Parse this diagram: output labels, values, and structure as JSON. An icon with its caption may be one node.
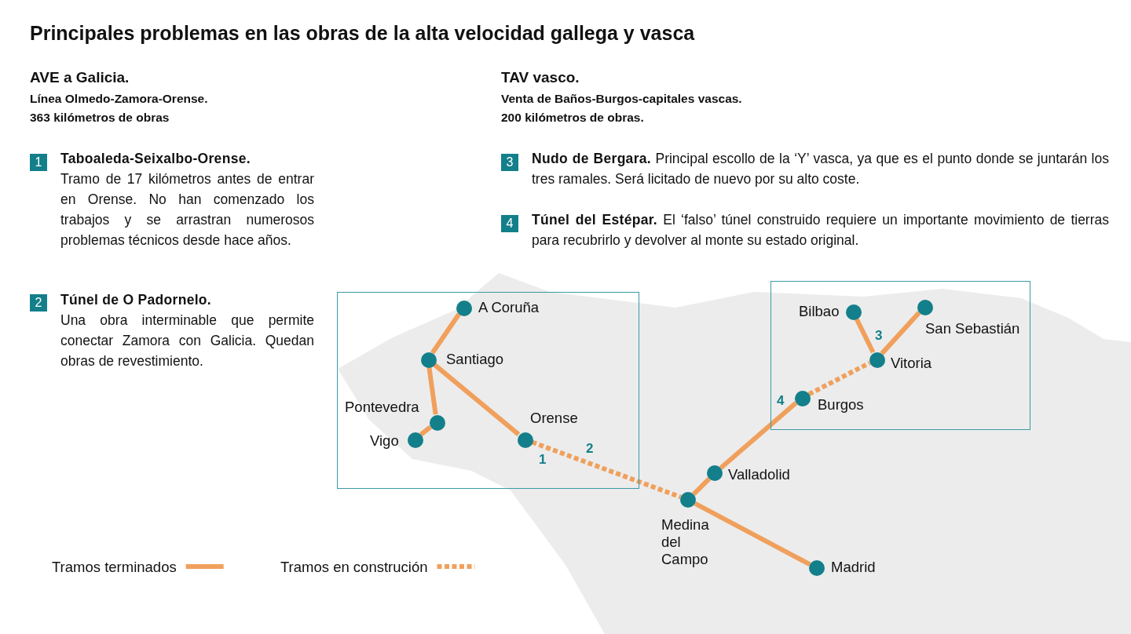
{
  "diagram": {
    "title": "Principales problemas en las obras de la alta velocidad gallega y vasca",
    "nodes": [
      {
        "text": [],
        "shape": "box"
      },
      {
        "text": [],
        "shape": "circle",
        "beside": [
          "A Coruña"
        ],
        "in": 0
      },
      {
        "text": [],
        "shape": "circle",
        "beside": [
          "Santiago"
        ],
        "in": 0
      },
      {
        "text": [],
        "shape": "circle",
        "beside": [
          "Pontevedra"
        ],
        "in": 0
      },
      {
        "text": [],
        "shape": "circle",
        "beside": [
          "Vigo"
        ],
        "in": 0
      },
      {
        "text": [],
        "shape": "circle",
        "beside": [
          "Orense"
        ],
        "in": 0
      },
      {
        "text": [],
        "shape": "box"
      },
      {
        "text": [],
        "shape": "circle",
        "beside": [
          "Bilbao"
        ],
        "in": 6
      },
      {
        "text": [],
        "shape": "circle",
        "beside": [
          "San Sebastián"
        ],
        "in": 6
      },
      {
        "text": [],
        "shape": "circle",
        "beside": [
          "Vitoria"
        ],
        "in": 6
      },
      {
        "text": [],
        "shape": "circle",
        "beside": [
          "Burgos"
        ],
        "in": 6
      },
      {
        "text": [],
        "shape": "circle",
        "beside": [
          "Valladolid"
        ]
      },
      {
        "text": [],
        "shape": "circle",
        "beside": [
          "Medina del Campo"
        ]
      },
      {
        "text": [],
        "shape": "circle",
        "beside": [
          "Madrid"
        ]
      }
    ],
    "edges": [
      {
        "from": 1,
        "to": 2,
        "arrow": "none"
      },
      {
        "from": 2,
        "to": 3,
        "arrow": "none"
      },
      {
        "from": 3,
        "to": 4,
        "arrow": "none"
      },
      {
        "from": 2,
        "to": 5,
        "arrow": "none"
      },
      {
        "from": 5,
        "to": 12,
        "arrow": "none",
        "style": "dashed"
      },
      {
        "from": 12,
        "to": 13,
        "arrow": "none"
      },
      {
        "from": 12,
        "to": 11,
        "arrow": "none"
      },
      {
        "from": 11,
        "to": 10,
        "arrow": "none"
      },
      {
        "from": 10,
        "to": 9,
        "arrow": "none",
        "style": "dashed"
      },
      {
        "from": 9,
        "to": 7,
        "arrow": "none"
      },
      {
        "from": 9,
        "to": 8,
        "arrow": "none"
      }
    ],
    "labels": [
      "AVE a Galicia.",
      "Línea Olmedo-Zamora-Orense.",
      "363 kilómetros de obras",
      "TAV vasco.",
      "Venta de Baños-Burgos-capitales vascas.",
      "200 kilómetros de obras.",
      "1",
      "**Taboaleda-Seixalbo-Orense.** Tramo de 17 kilómetros antes de entrar en Orense. No han comenzado los trabajos y se arrastran numerosos problemas técnicos desde hace años.",
      "2",
      "**Túnel de O Padornelo.** Una obra interminable que permite conectar Zamora con Galicia. Quedan obras de revestimiento.",
      "3",
      "**Nudo de Bergara.** Principal escollo de la ‘Y’ vasca, ya que es el punto donde se juntarán los tres ramales. Será licitado de nuevo por su alto coste.",
      "4",
      "**Túnel del Estépar.** El ‘falso’ túnel construido requiere un importante movimiento de tierras para recubrirlo y devolver al monte su estado original.",
      "1",
      "2",
      "3",
      "4"
    ],
    "legend": [
      {
        "text": "Tramos terminados"
      },
      {
        "text": "Tramos en construción"
      }
    ]
  }
}
